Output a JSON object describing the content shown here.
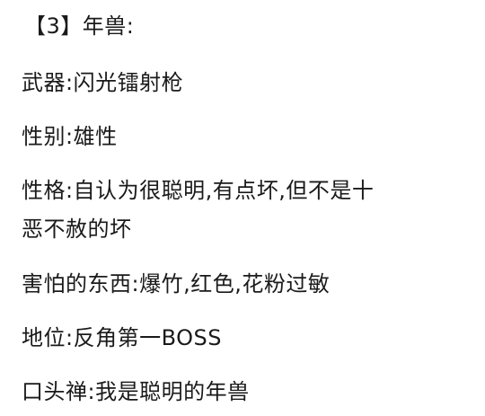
{
  "document": {
    "title": "【3】年兽:",
    "fields": {
      "weapon": "武器:闪光镭射枪",
      "gender": "性别:雄性",
      "personality_line1": "性格:自认为很聪明,有点坏,但不是十",
      "personality_line2": "恶不赦的坏",
      "fears": "害怕的东西:爆竹,红色,花粉过敏",
      "status": "地位:反角第一BOSS",
      "catchphrase": "口头禅:我是聪明的年兽"
    }
  }
}
